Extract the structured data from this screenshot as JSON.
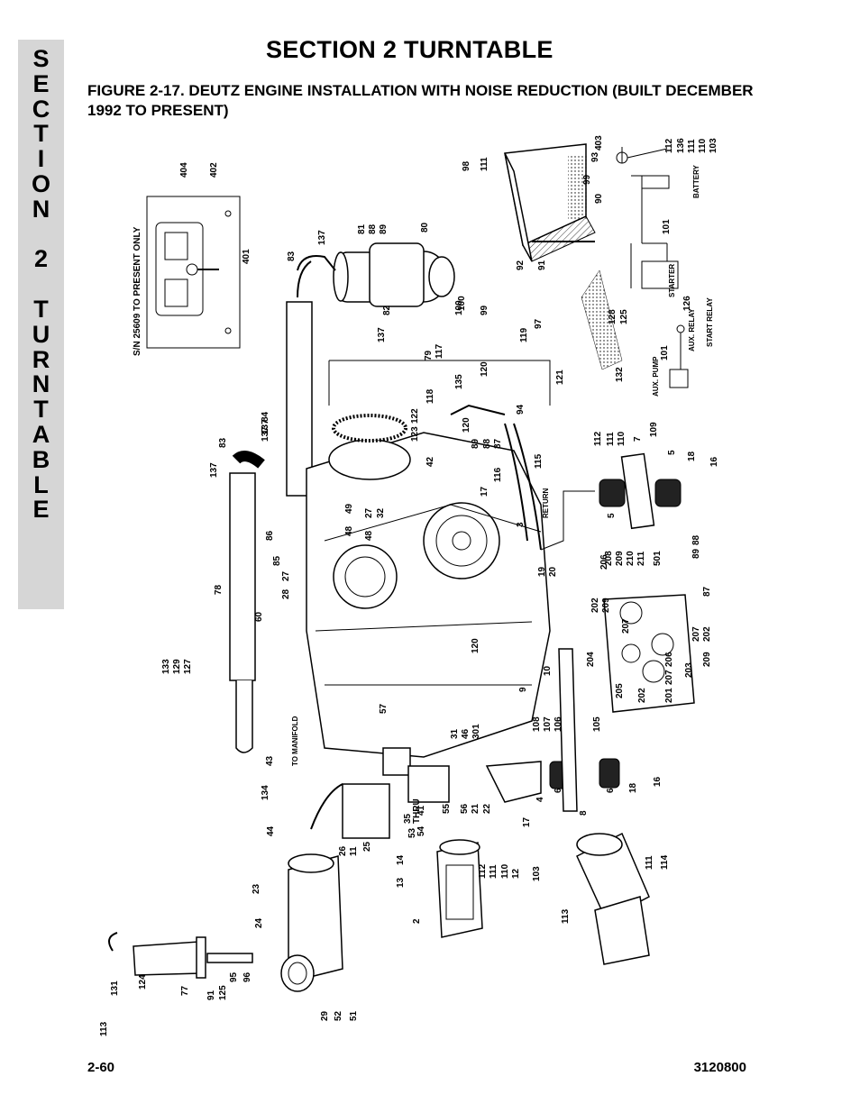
{
  "side_tab": {
    "letters": [
      "S",
      "E",
      "C",
      "T",
      "I",
      "O",
      "N",
      " ",
      "2",
      " ",
      "T",
      "U",
      "R",
      "N",
      "T",
      "A",
      "B",
      "L",
      "E"
    ]
  },
  "header": {
    "section_title": "SECTION 2  TURNTABLE",
    "figure_title": "FIGURE 2-17.  DEUTZ ENGINE INSTALLATION WITH NOISE REDUCTION (BUILT DECEMBER 1992 TO PRESENT)"
  },
  "footer": {
    "page_number": "2-60",
    "document_number": "3120800"
  },
  "diagram": {
    "notes": {
      "serial_note": "S/N 25609 TO PRESENT ONLY",
      "to_manifold": "TO MANIFOLD",
      "return": "RETURN",
      "battery": "BATTERY",
      "starter": "STARTER",
      "aux_relay": "AUX. RELAY",
      "start_relay": "START RELAY",
      "aux_pump": "AUX. PUMP"
    },
    "callouts": [
      "404",
      "402",
      "401",
      "83",
      "137",
      "81",
      "88",
      "89",
      "80",
      "98",
      "111",
      "93",
      "403",
      "112",
      "136",
      "111",
      "110",
      "103",
      "99",
      "90",
      "91",
      "92",
      "100",
      "101",
      "82",
      "137",
      "99",
      "100",
      "119",
      "97",
      "128",
      "125",
      "126",
      "101",
      "79",
      "117",
      "118",
      "135",
      "120",
      "121",
      "132",
      "84",
      "137",
      "122",
      "123",
      "42",
      "120",
      "89",
      "88",
      "87",
      "116",
      "115",
      "94",
      "112",
      "111",
      "110",
      "7",
      "109",
      "5",
      "18",
      "16",
      "83",
      "137",
      "137",
      "48",
      "49",
      "48",
      "27",
      "32",
      "17",
      "3",
      "5",
      "86",
      "85",
      "78",
      "28",
      "27",
      "60",
      "19",
      "20",
      "208",
      "209",
      "210",
      "211",
      "501",
      "89",
      "88",
      "87",
      "202",
      "209",
      "206",
      "207",
      "207",
      "202",
      "209",
      "206",
      "133",
      "129",
      "127",
      "120",
      "9",
      "10",
      "204",
      "203",
      "205",
      "202",
      "201",
      "207",
      "57",
      "31",
      "46",
      "301",
      "108",
      "107",
      "106",
      "105",
      "43",
      "35",
      "THRU",
      "41",
      "55",
      "56",
      "21",
      "22",
      "4",
      "6",
      "8",
      "6",
      "18",
      "16",
      "134",
      "44",
      "53",
      "54",
      "17",
      "113",
      "111",
      "114",
      "14",
      "13",
      "26",
      "11",
      "25",
      "112",
      "111",
      "110",
      "12",
      "103",
      "23",
      "2",
      "24",
      "131",
      "124",
      "77",
      "91",
      "125",
      "95",
      "96",
      "29",
      "52",
      "51",
      "113"
    ]
  }
}
